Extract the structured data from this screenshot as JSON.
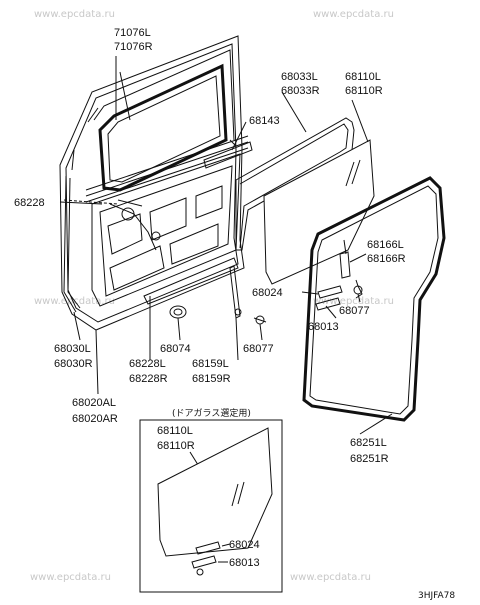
{
  "watermarks": [
    "www.epcdata.ru",
    "www.epcdata.ru",
    "www.epcdata.ru",
    "www.epcdata.ru",
    "www.epcdata.ru",
    "www.epcdata.ru"
  ],
  "labels": {
    "l71076L": "71076L",
    "l71076R": "71076R",
    "l68033L": "68033L",
    "l68033R": "68033R",
    "l68110L": "68110L",
    "l68110R": "68110R",
    "l68143": "68143",
    "l68228": "68228",
    "l68166L": "68166L",
    "l68166R": "68166R",
    "l68024": "68024",
    "l68077a": "68077",
    "l68013": "68013",
    "l68030L": "68030L",
    "l68030R": "68030R",
    "l68074": "68074",
    "l68228L": "68228L",
    "l68228R": "68228R",
    "l68159L": "68159L",
    "l68159R": "68159R",
    "l68077b": "68077",
    "l68020AL": "68020AL",
    "l68020AR": "68020AR",
    "l68251L": "68251L",
    "l68251R": "68251R"
  },
  "inset": {
    "caption": "(ドアガラス選定用)",
    "l68110L": "68110L",
    "l68110R": "68110R",
    "l68024": "68024",
    "l68013": "68013"
  },
  "diagram_code": "3HJFA78"
}
